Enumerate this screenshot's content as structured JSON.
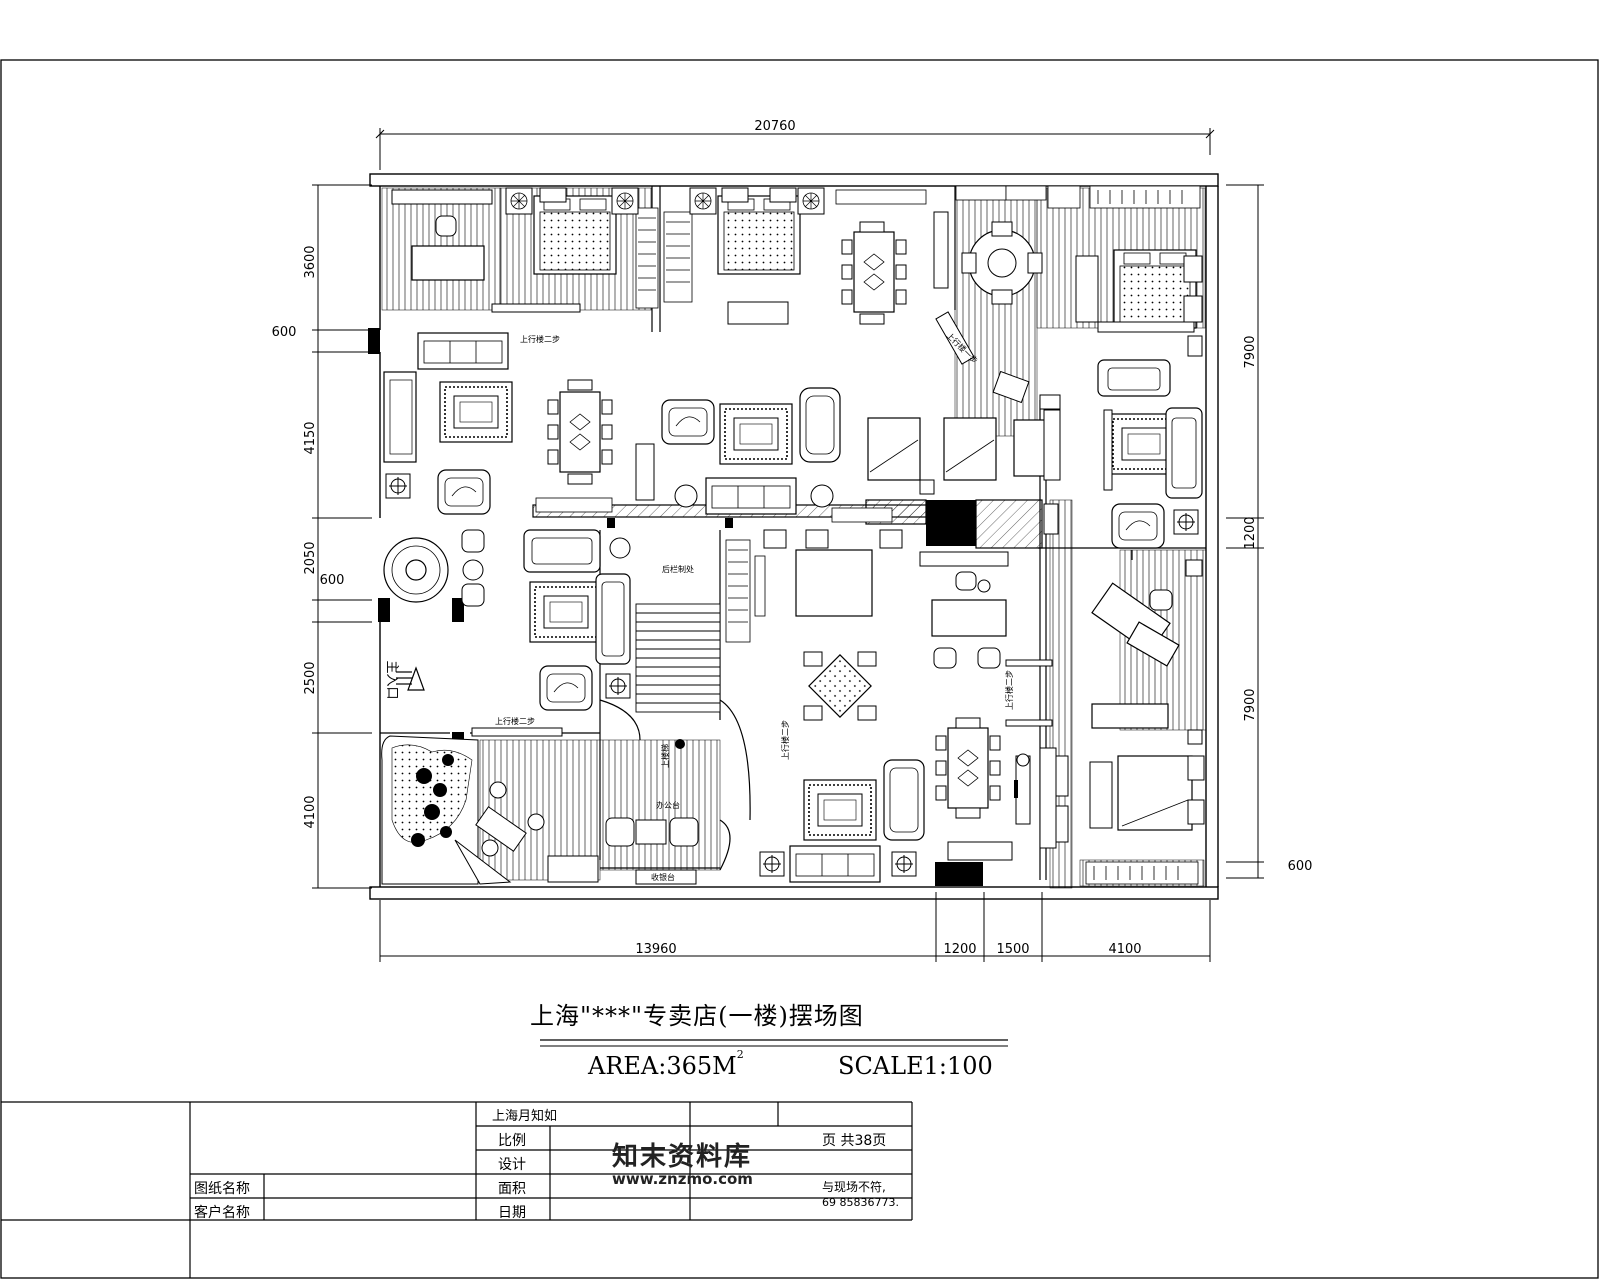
{
  "drawing": {
    "title": "上海\"***\"专卖店(一楼)摆场图",
    "area_label": "AREA:365M",
    "area_sup": "2",
    "scale_label": "SCALE1:100"
  },
  "dimensions": {
    "top_total": "20760",
    "left": [
      "3600",
      "600",
      "4150",
      "2050",
      "600",
      "2500",
      "4100"
    ],
    "right": [
      "7900",
      "1200",
      "7900",
      "600"
    ],
    "bottom": [
      "13960",
      "1200",
      "1500",
      "4100"
    ]
  },
  "plan_labels": {
    "up_step_1": "上行楼二步",
    "up_step_2": "上行楼一步",
    "up_step_3": "上行楼二步",
    "up_step_4": "上行楼二步",
    "up_step_5": "上行楼二步",
    "stair_label": "后栏制处",
    "entrance": "主入口",
    "hall": "上楼梯",
    "counter": "收银台",
    "office": "办公台"
  },
  "title_block": {
    "row1_company": "上海月知如",
    "row1_mid": "",
    "scale_label": "比例",
    "design_label": "设计",
    "area_label": "面积",
    "date_label": "日期",
    "drawing_name_label": "图纸名称",
    "client_label": "客户名称",
    "page_info": "页  共38页",
    "note": "与现场不符,",
    "phone": "69  85836773."
  },
  "watermark": {
    "brand": "知末资料库",
    "url": "www.znzmo.com"
  }
}
